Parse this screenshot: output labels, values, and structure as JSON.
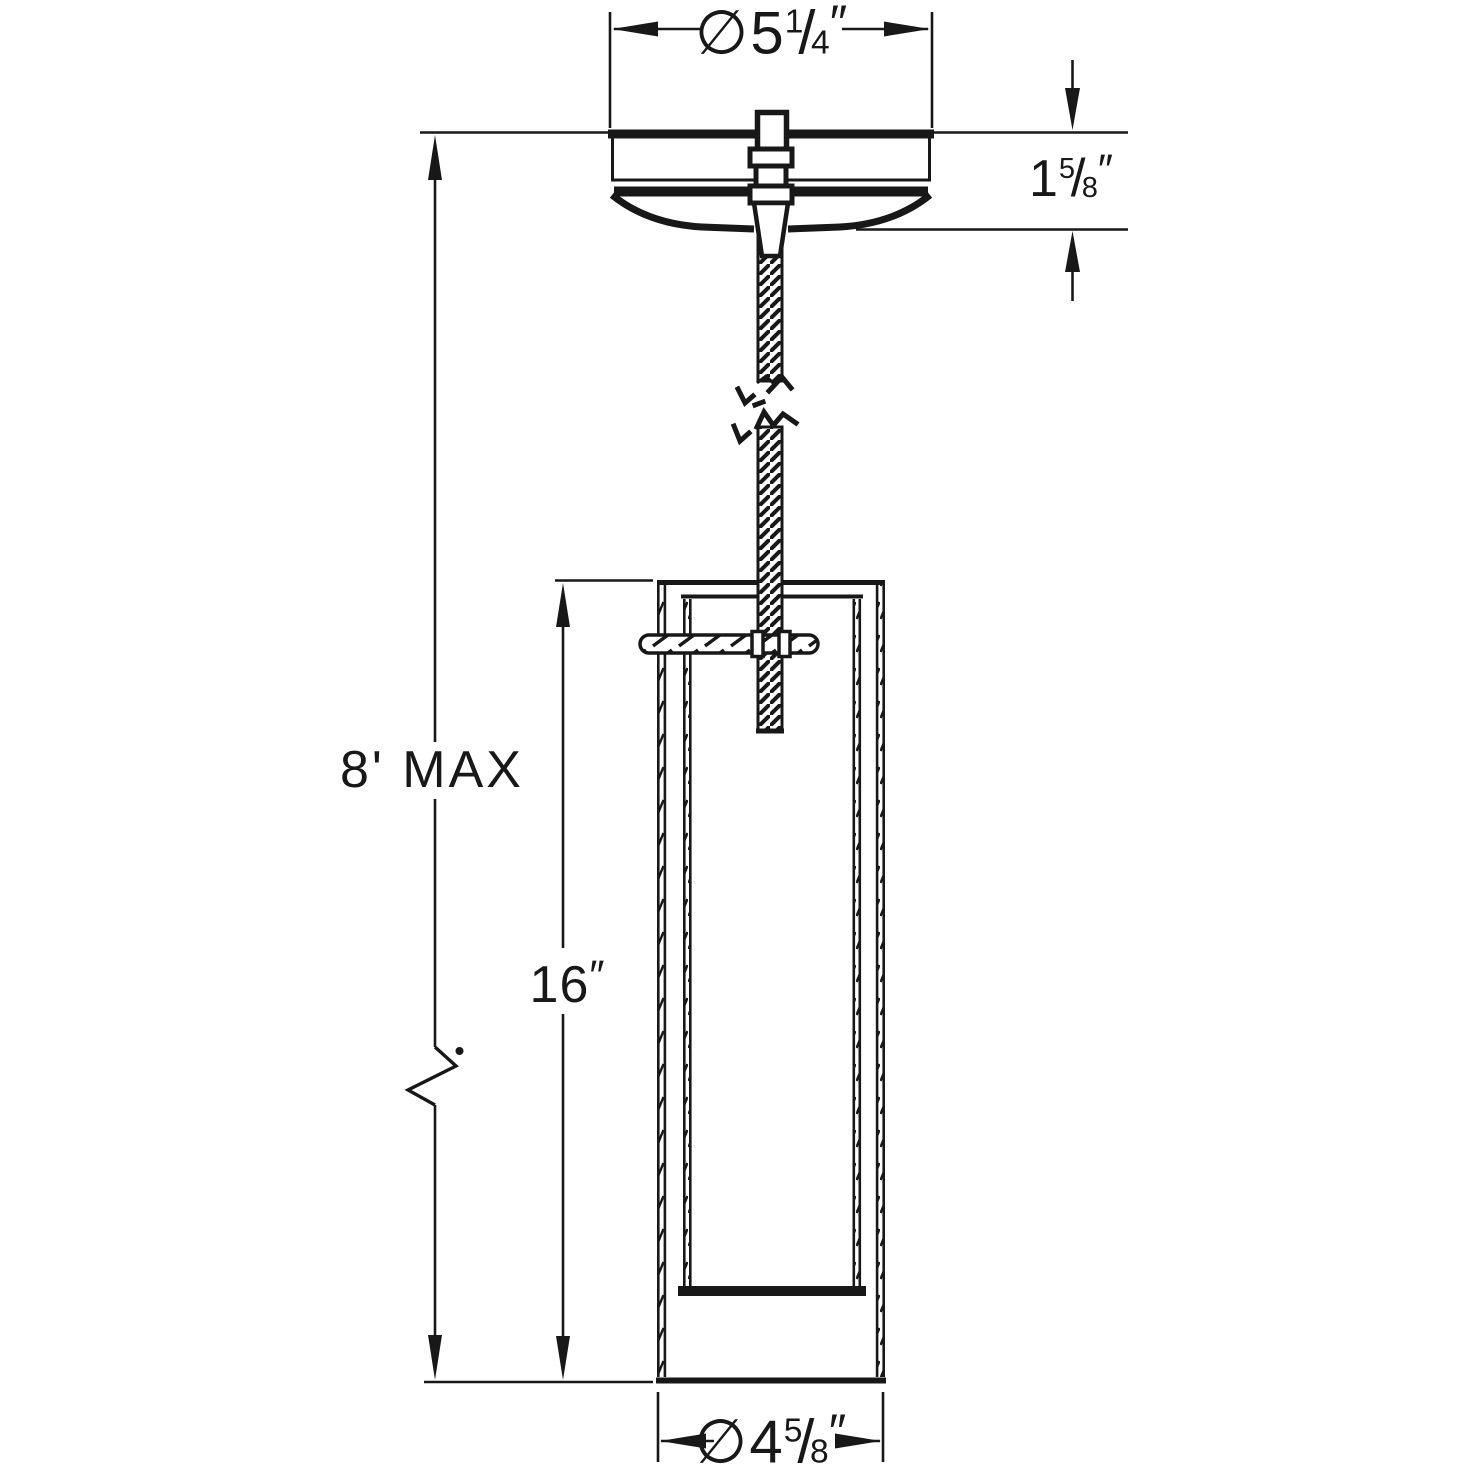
{
  "drawing_meta": {
    "type": "pendant-light-fixture-dimension-drawing",
    "line_color": "#181818",
    "background": "#ffffff"
  },
  "glyphs": {
    "diameter_symbol": "∅",
    "fraction_slash": "/",
    "inch_mark": "″"
  },
  "dimensions": {
    "canopy_diameter": {
      "whole": "5",
      "num": "1",
      "den": "4"
    },
    "canopy_height": {
      "whole": "1",
      "num": "5",
      "den": "8"
    },
    "suspension_max": {
      "label": "8' MAX"
    },
    "shade_height": {
      "value": "16"
    },
    "shade_diameter": {
      "whole": "4",
      "num": "5",
      "den": "8"
    }
  }
}
